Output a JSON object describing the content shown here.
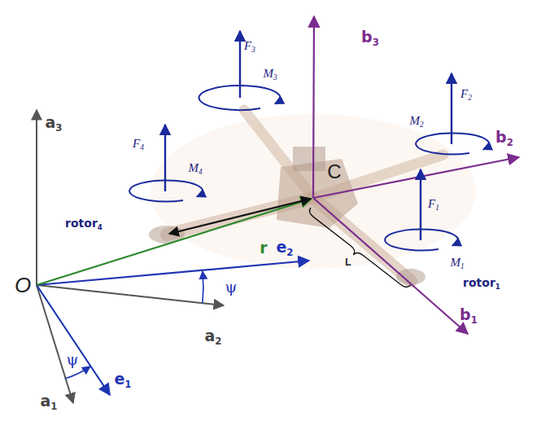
{
  "diagram": {
    "labels": [
      "b3",
      "F3",
      "M3",
      "F4",
      "M4",
      "F2",
      "M2",
      "b2",
      "a3",
      "C",
      "F1",
      "M1",
      "rotor4",
      "r",
      "e2",
      "L",
      "rotor1",
      "O",
      "ψ",
      "a2",
      "b1",
      "ψ",
      "e1",
      "a1"
    ]
  }
}
